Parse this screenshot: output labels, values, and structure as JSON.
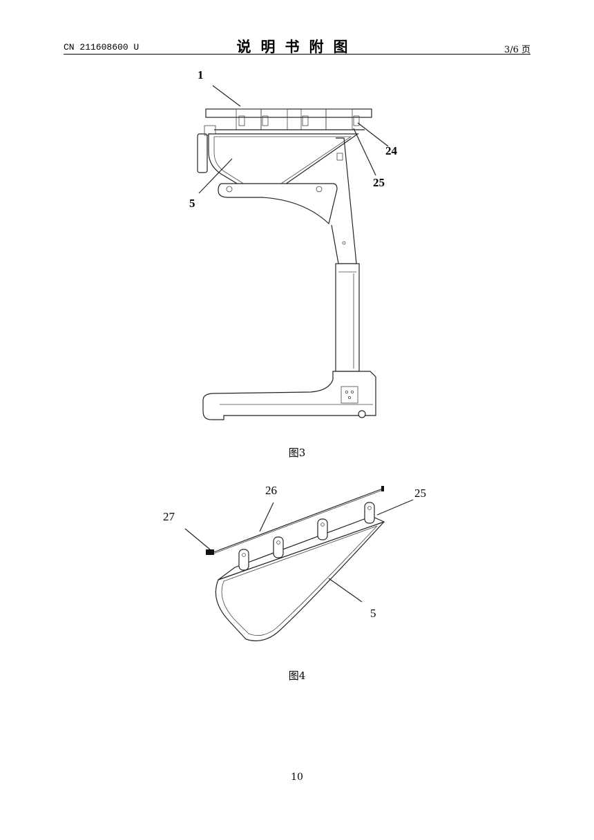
{
  "header": {
    "doc_id": "CN 211608600 U",
    "title": "说明书附图",
    "page_count": "3/6 页"
  },
  "figures": [
    {
      "caption": "图3",
      "labels": {
        "l1": "1",
        "l24": "24",
        "l25": "25",
        "l5": "5"
      }
    },
    {
      "caption": "图4",
      "labels": {
        "l26": "26",
        "l25": "25",
        "l27": "27",
        "l5": "5"
      }
    }
  ],
  "footer": {
    "page_number": "10"
  }
}
